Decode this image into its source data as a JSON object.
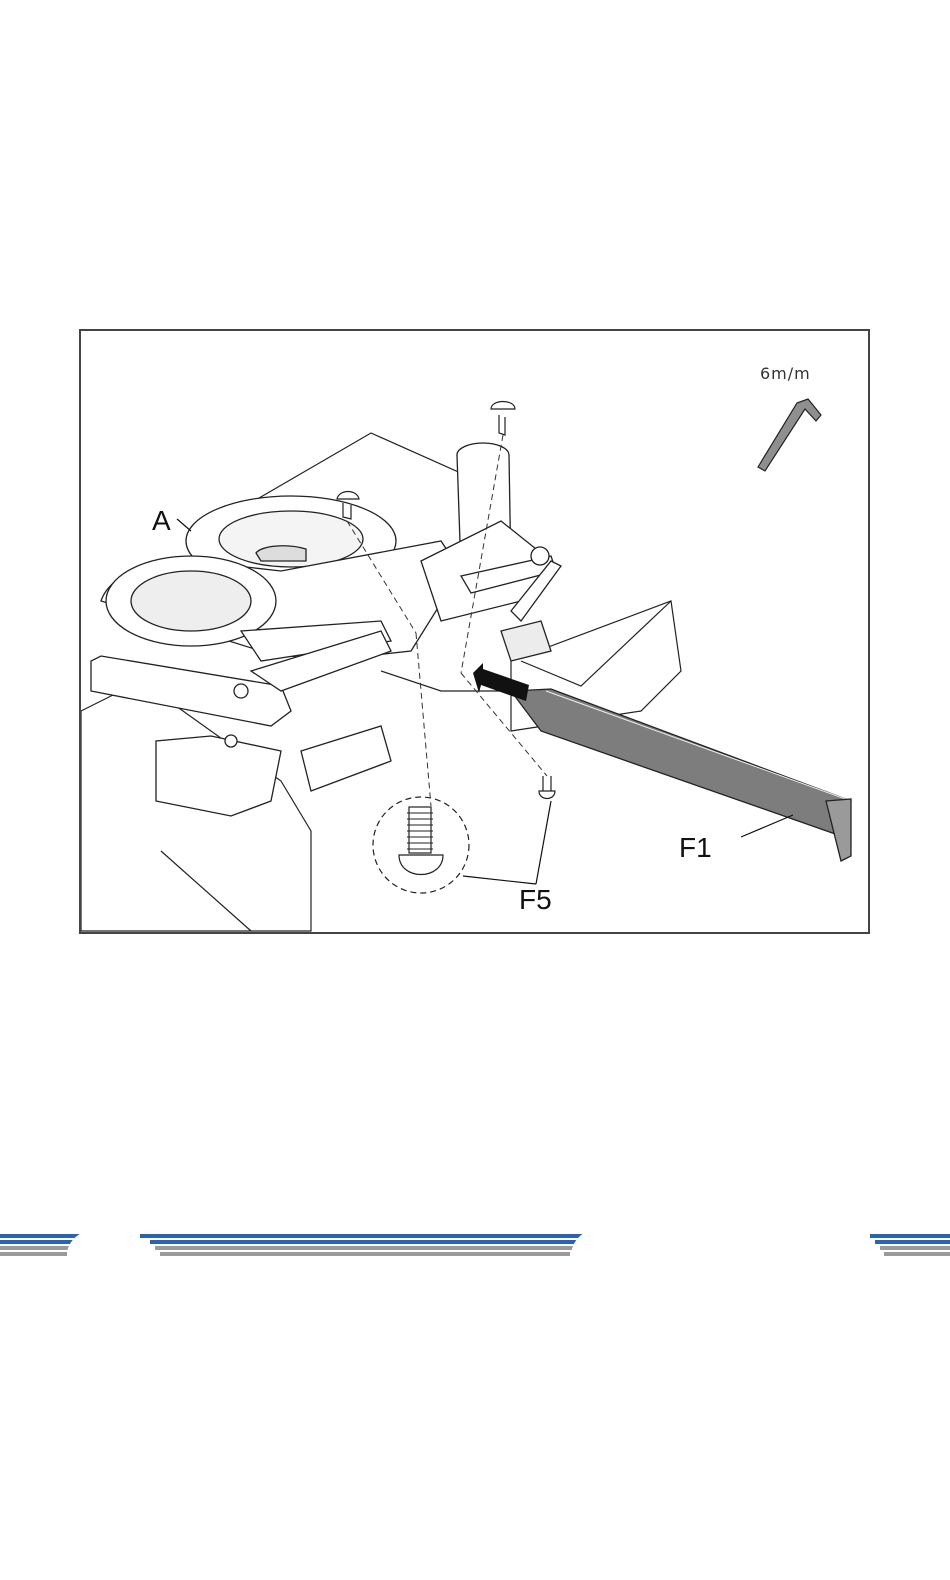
{
  "figure": {
    "tool": {
      "label": "6m/m",
      "icon": "hex-key-icon"
    },
    "callouts": {
      "frame": "A",
      "stabilizer": "F1",
      "bolts": "F5"
    },
    "icons": [
      "hex-key-icon",
      "bolt-icon",
      "arrow-right-icon"
    ]
  },
  "footer": {
    "colors": {
      "blue": "#2a63b0",
      "gray": "#9a9a9a"
    }
  }
}
